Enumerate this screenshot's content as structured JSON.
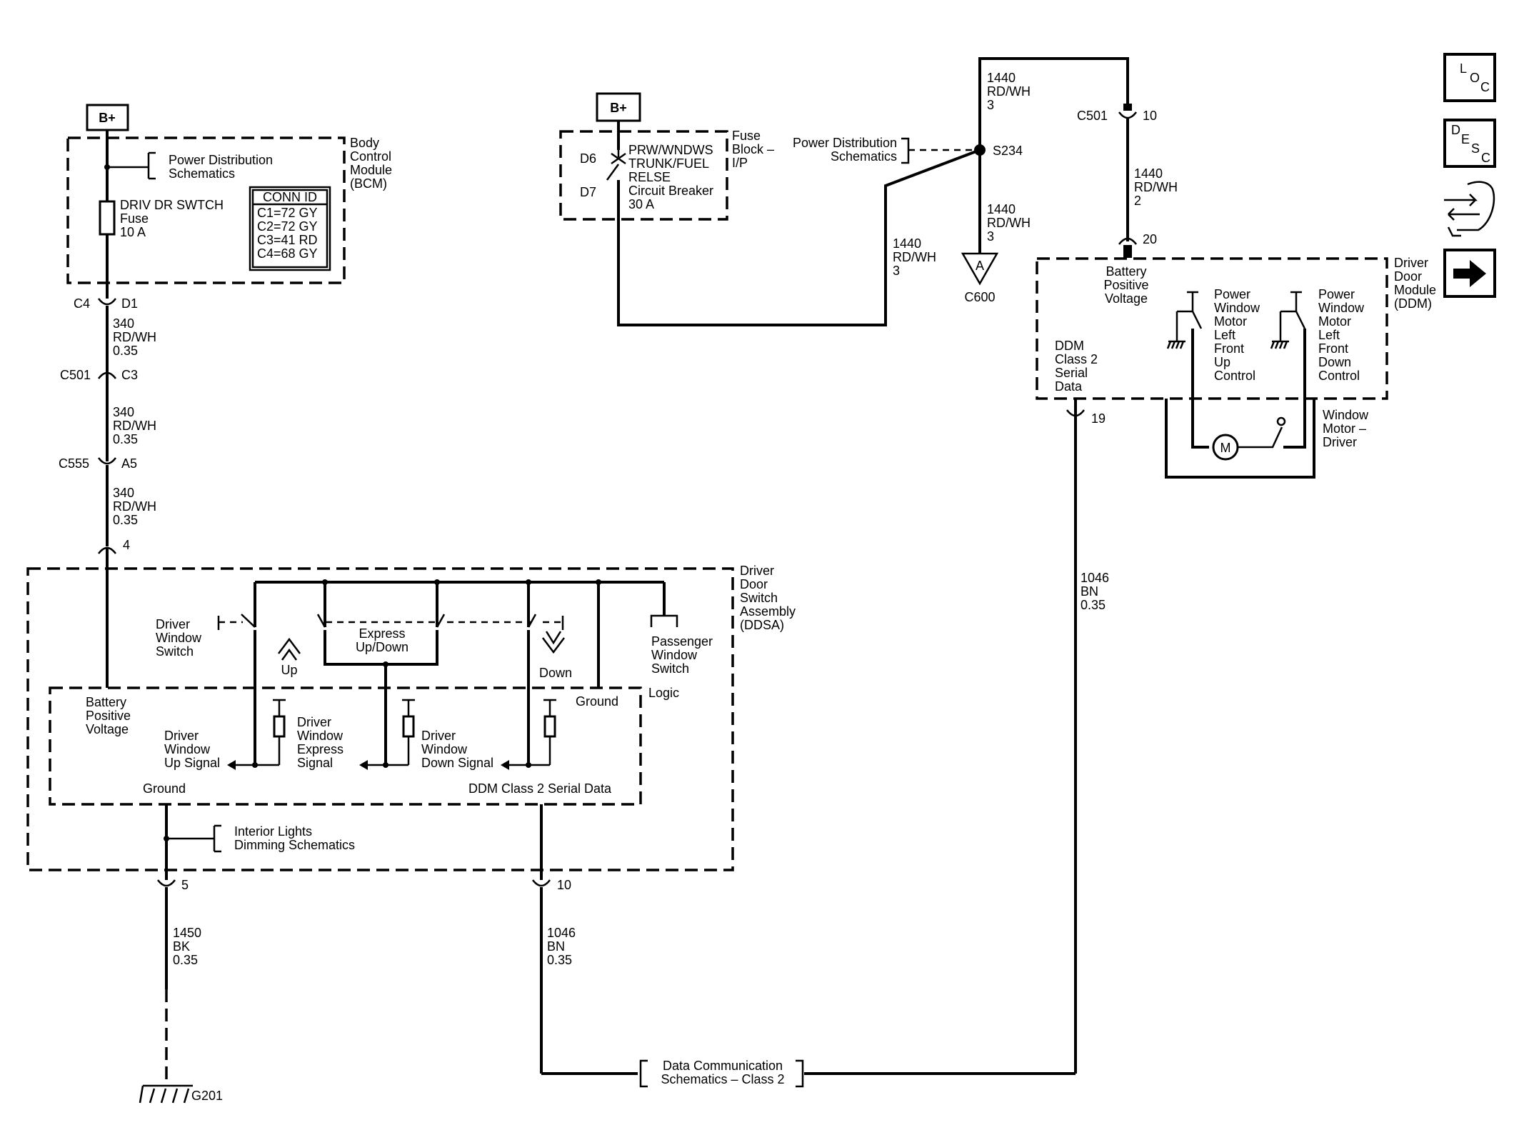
{
  "sources": {
    "bplus_left": "B+",
    "bplus_mid": "B+"
  },
  "bcm": {
    "name": [
      "Body",
      "Control",
      "Module",
      "(BCM)"
    ],
    "ref": [
      "Power Distribution",
      "Schematics"
    ],
    "fuse": [
      "DRIV DR SWTCH",
      "Fuse",
      "10 A"
    ],
    "conn_title": "CONN ID",
    "conn_rows": [
      "C1=72 GY",
      "C2=72 GY",
      "C3=41 RD",
      "C4=68 GY"
    ]
  },
  "fuseblock": {
    "pins": [
      "D6",
      "D7"
    ],
    "breaker": [
      "PRW/WNDWS",
      "TRUNK/FUEL",
      "RELSE",
      "Circuit Breaker",
      "30 A"
    ],
    "name": [
      "Fuse",
      "Block –",
      "I/P"
    ],
    "ref": [
      "Power Distribution",
      "Schematics"
    ]
  },
  "splice": {
    "s234": "S234",
    "c600_letter": "A",
    "c600": "C600"
  },
  "wires": {
    "w1440_top": [
      "1440",
      "RD/WH",
      "3"
    ],
    "w1440_mid": [
      "1440",
      "RD/WH",
      "3"
    ],
    "w1440_low": [
      "1440",
      "RD/WH",
      "3"
    ],
    "w1440_ddm": [
      "1440",
      "RD/WH",
      "2"
    ],
    "w340_a": [
      "340",
      "RD/WH",
      "0.35"
    ],
    "w340_b": [
      "340",
      "RD/WH",
      "0.35"
    ],
    "w340_c": [
      "340",
      "RD/WH",
      "0.35"
    ],
    "w1450": [
      "1450",
      "BK",
      "0.35"
    ],
    "w1046_left": [
      "1046",
      "BN",
      "0.35"
    ],
    "w1046_right": [
      "1046",
      "BN",
      "0.35"
    ]
  },
  "connectors": {
    "c501_top_name": "C501",
    "c501_top_pin": "10",
    "ddm_pin20": "20",
    "ddm_pin19": "19",
    "c4_name": "C4",
    "c4_pin": "D1",
    "c501_name": "C501",
    "c501_pin": "C3",
    "c555_name": "C555",
    "c555_pin": "A5",
    "ddsa_pin4": "4",
    "ddsa_pin5": "5",
    "ddsa_pin10": "10"
  },
  "ddm": {
    "name": [
      "Driver",
      "Door",
      "Module",
      "(DDM)"
    ],
    "bpv": [
      "Battery",
      "Positive",
      "Voltage"
    ],
    "serial": [
      "DDM",
      "Class 2",
      "Serial",
      "Data"
    ],
    "up_ctrl": [
      "Power",
      "Window",
      "Motor",
      "Left",
      "Front",
      "Up",
      "Control"
    ],
    "down_ctrl": [
      "Power",
      "Window",
      "Motor",
      "Left",
      "Front",
      "Down",
      "Control"
    ],
    "motor_letter": "M",
    "motor_name": [
      "Window",
      "Motor –",
      "Driver"
    ]
  },
  "ddsa": {
    "name": [
      "Driver",
      "Door",
      "Switch",
      "Assembly",
      "(DDSA)"
    ],
    "switch_name": [
      "Driver",
      "Window",
      "Switch"
    ],
    "up": "Up",
    "express": [
      "Express",
      "Up/Down"
    ],
    "down": "Down",
    "passenger": [
      "Passenger",
      "Window",
      "Switch"
    ],
    "logic": "Logic",
    "bpv": [
      "Battery",
      "Positive",
      "Voltage"
    ],
    "up_signal": [
      "Driver",
      "Window",
      "Up Signal"
    ],
    "express_signal": [
      "Driver",
      "Window",
      "Express",
      "Signal"
    ],
    "down_signal": [
      "Driver",
      "Window",
      "Down Signal"
    ],
    "ground_right": "Ground",
    "ground_left": "Ground",
    "serial": "DDM Class 2 Serial Data",
    "ref": [
      "Interior Lights",
      "Dimming Schematics"
    ]
  },
  "ground": {
    "g201": "G201"
  },
  "datacomm": {
    "ref": [
      "Data Communication",
      "Schematics – Class 2"
    ]
  },
  "nav": {
    "loc": [
      "L",
      "O",
      "C"
    ],
    "desc": [
      "D",
      "E",
      "S",
      "C"
    ],
    "connector_icon": "connector-icon",
    "next_icon": "arrow-right-icon"
  }
}
